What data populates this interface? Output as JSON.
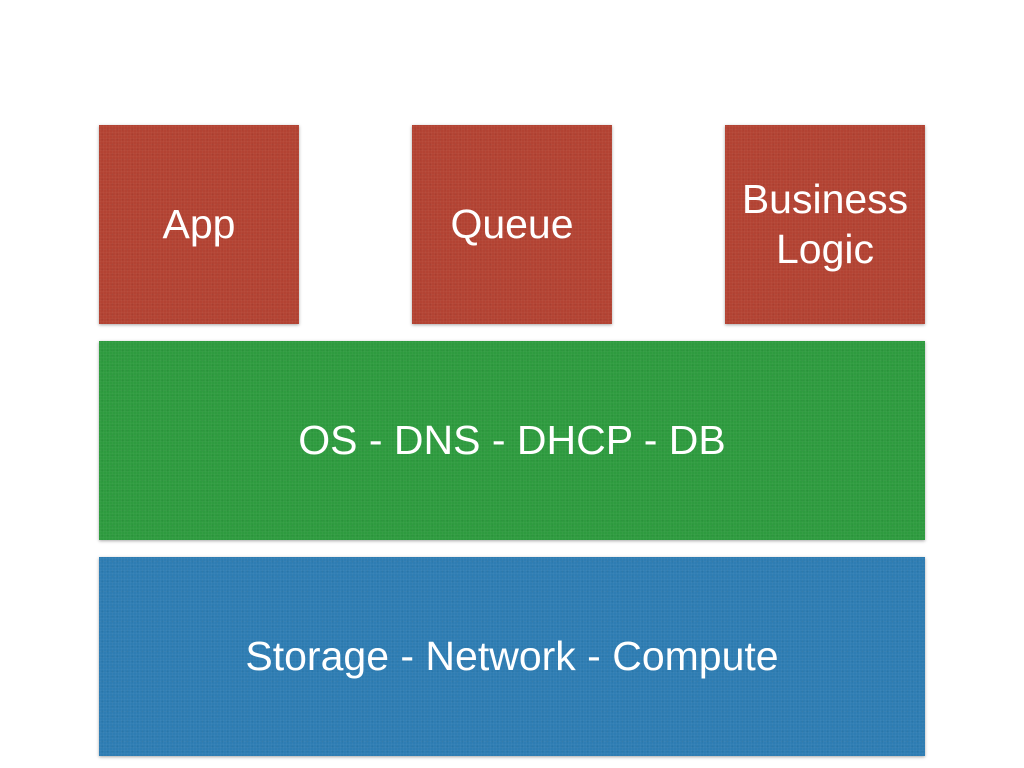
{
  "diagram": {
    "application_tier": [
      {
        "label": "App"
      },
      {
        "label": "Queue"
      },
      {
        "label": "Business\nLogic"
      }
    ],
    "platform_tier": {
      "label": "OS - DNS - DHCP - DB"
    },
    "infrastructure_tier": {
      "label": "Storage - Network - Compute"
    }
  },
  "colors": {
    "application_tier": "#b34333",
    "platform_tier": "#2e9b3f",
    "infrastructure_tier": "#2e7db3",
    "text": "#ffffff",
    "background": "#ffffff"
  }
}
